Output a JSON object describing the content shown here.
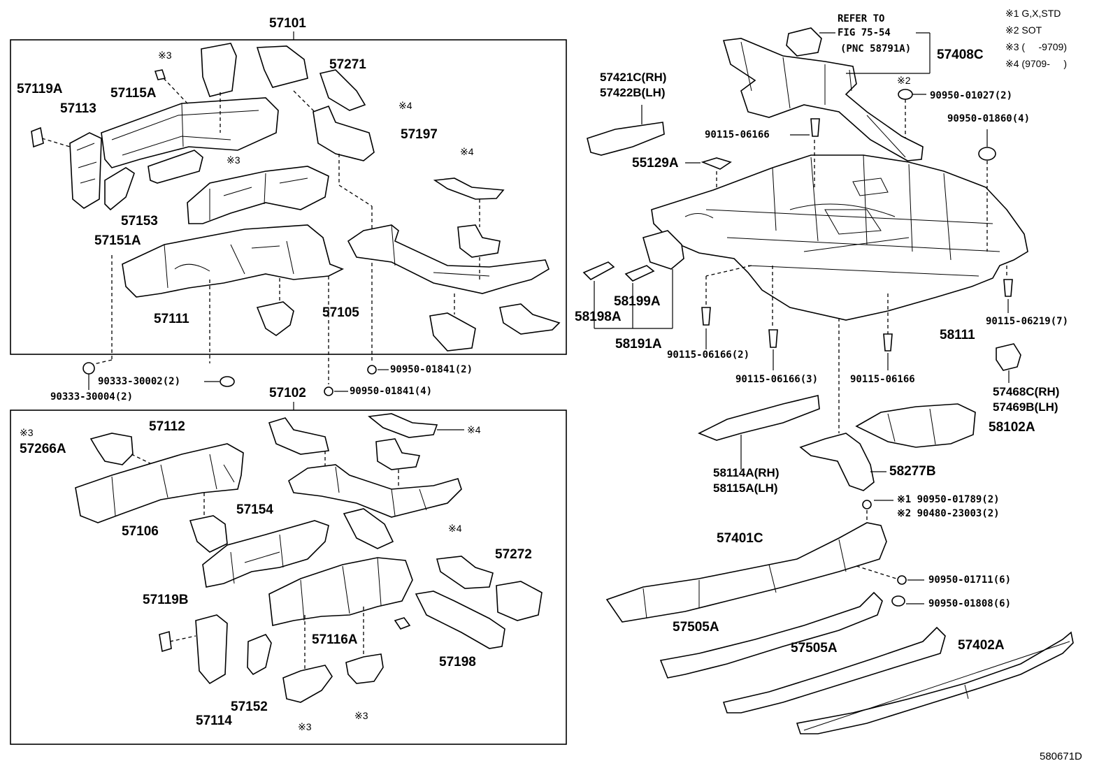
{
  "group_top": "57101",
  "group_bottom": "57102",
  "refer": {
    "line1": "REFER TO",
    "line2": "FIG 75-54",
    "line3": "(PNC 58791A)"
  },
  "notes": [
    "※1 G,X,STD",
    "※2 SOT",
    "※3 (     -9709)",
    "※4 (9709-     )"
  ],
  "figure_id": "580671D",
  "labels": {
    "p57119A": "57119A",
    "p57113": "57113",
    "p57115A": "57115A",
    "n3a": "※3",
    "n3b": "※3",
    "p57271": "57271",
    "n4a": "※4",
    "p57197": "57197",
    "n4b": "※4",
    "p57153": "57153",
    "p57151A": "57151A",
    "p57111": "57111",
    "p57105": "57105",
    "f9095001841a": "90950-01841(2)",
    "f9033330002": "90333-30002(2)",
    "f9033330004": "90333-30004(2)",
    "f9095001841b": "90950-01841(4)",
    "n3c": "※3",
    "p57266A": "57266A",
    "p57112": "57112",
    "n4c": "※4",
    "p57106": "57106",
    "p57154": "57154",
    "n4d": "※4",
    "p57272": "57272",
    "p57119B": "57119B",
    "p57116A": "57116A",
    "p57198": "57198",
    "p57114": "57114",
    "p57152": "57152",
    "n3d": "※3",
    "n3e": "※3",
    "p57408C": "57408C",
    "p57421C": "57421C(RH)",
    "p57422B": "57422B(LH)",
    "n2a": "※2",
    "f9095001027": "90950-01027(2)",
    "f9011506166a": "90115-06166",
    "f9095001860": "90950-01860(4)",
    "p55129A": "55129A",
    "p58198A": "58198A",
    "p58199A": "58199A",
    "p58191A": "58191A",
    "p58111": "58111",
    "f9011506219": "90115-06219(7)",
    "f9011506166b": "90115-06166(2)",
    "f9011506166c": "90115-06166(3)",
    "f9011506166d": "90115-06166",
    "p57468C": "57468C(RH)",
    "p57469B": "57469B(LH)",
    "p58102A": "58102A",
    "p58114A": "58114A(RH)",
    "p58115A": "58115A(LH)",
    "p58277B": "58277B",
    "f9095001789": "※1 90950-01789(2)",
    "f9048023003": "※2 90480-23003(2)",
    "p57401C": "57401C",
    "f9095001711": "90950-01711(6)",
    "f9095001808": "90950-01808(6)",
    "p57505Aa": "57505A",
    "p57505Ab": "57505A",
    "p57402A": "57402A"
  }
}
